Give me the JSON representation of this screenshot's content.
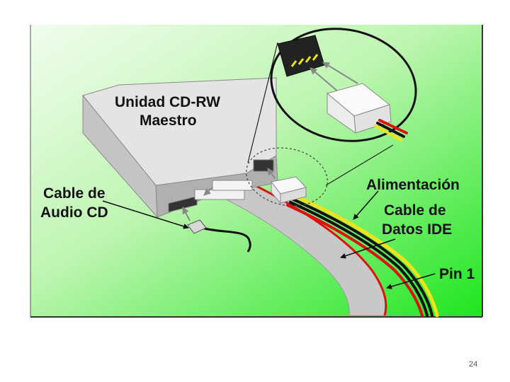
{
  "labels": {
    "drive_line1": "Unidad CD-RW",
    "drive_line2": "Maestro",
    "audio_line1": "Cable de",
    "audio_line2": "Audio CD",
    "power": "Alimentación",
    "ide_line1": "Cable de",
    "ide_line2": "Datos IDE",
    "pin1": "Pin 1"
  },
  "page_number": "24",
  "colors": {
    "background_start": "#ecfbe6",
    "background_end": "#1ee61e",
    "drive_top": "#e4e4e4",
    "drive_side": "#c4c4c4",
    "drive_front": "#b0b0b0",
    "ribbon": "#c8c8c8",
    "wire_red": "#dd1111",
    "wire_black": "#111111",
    "wire_yellow": "#f2e21a"
  }
}
